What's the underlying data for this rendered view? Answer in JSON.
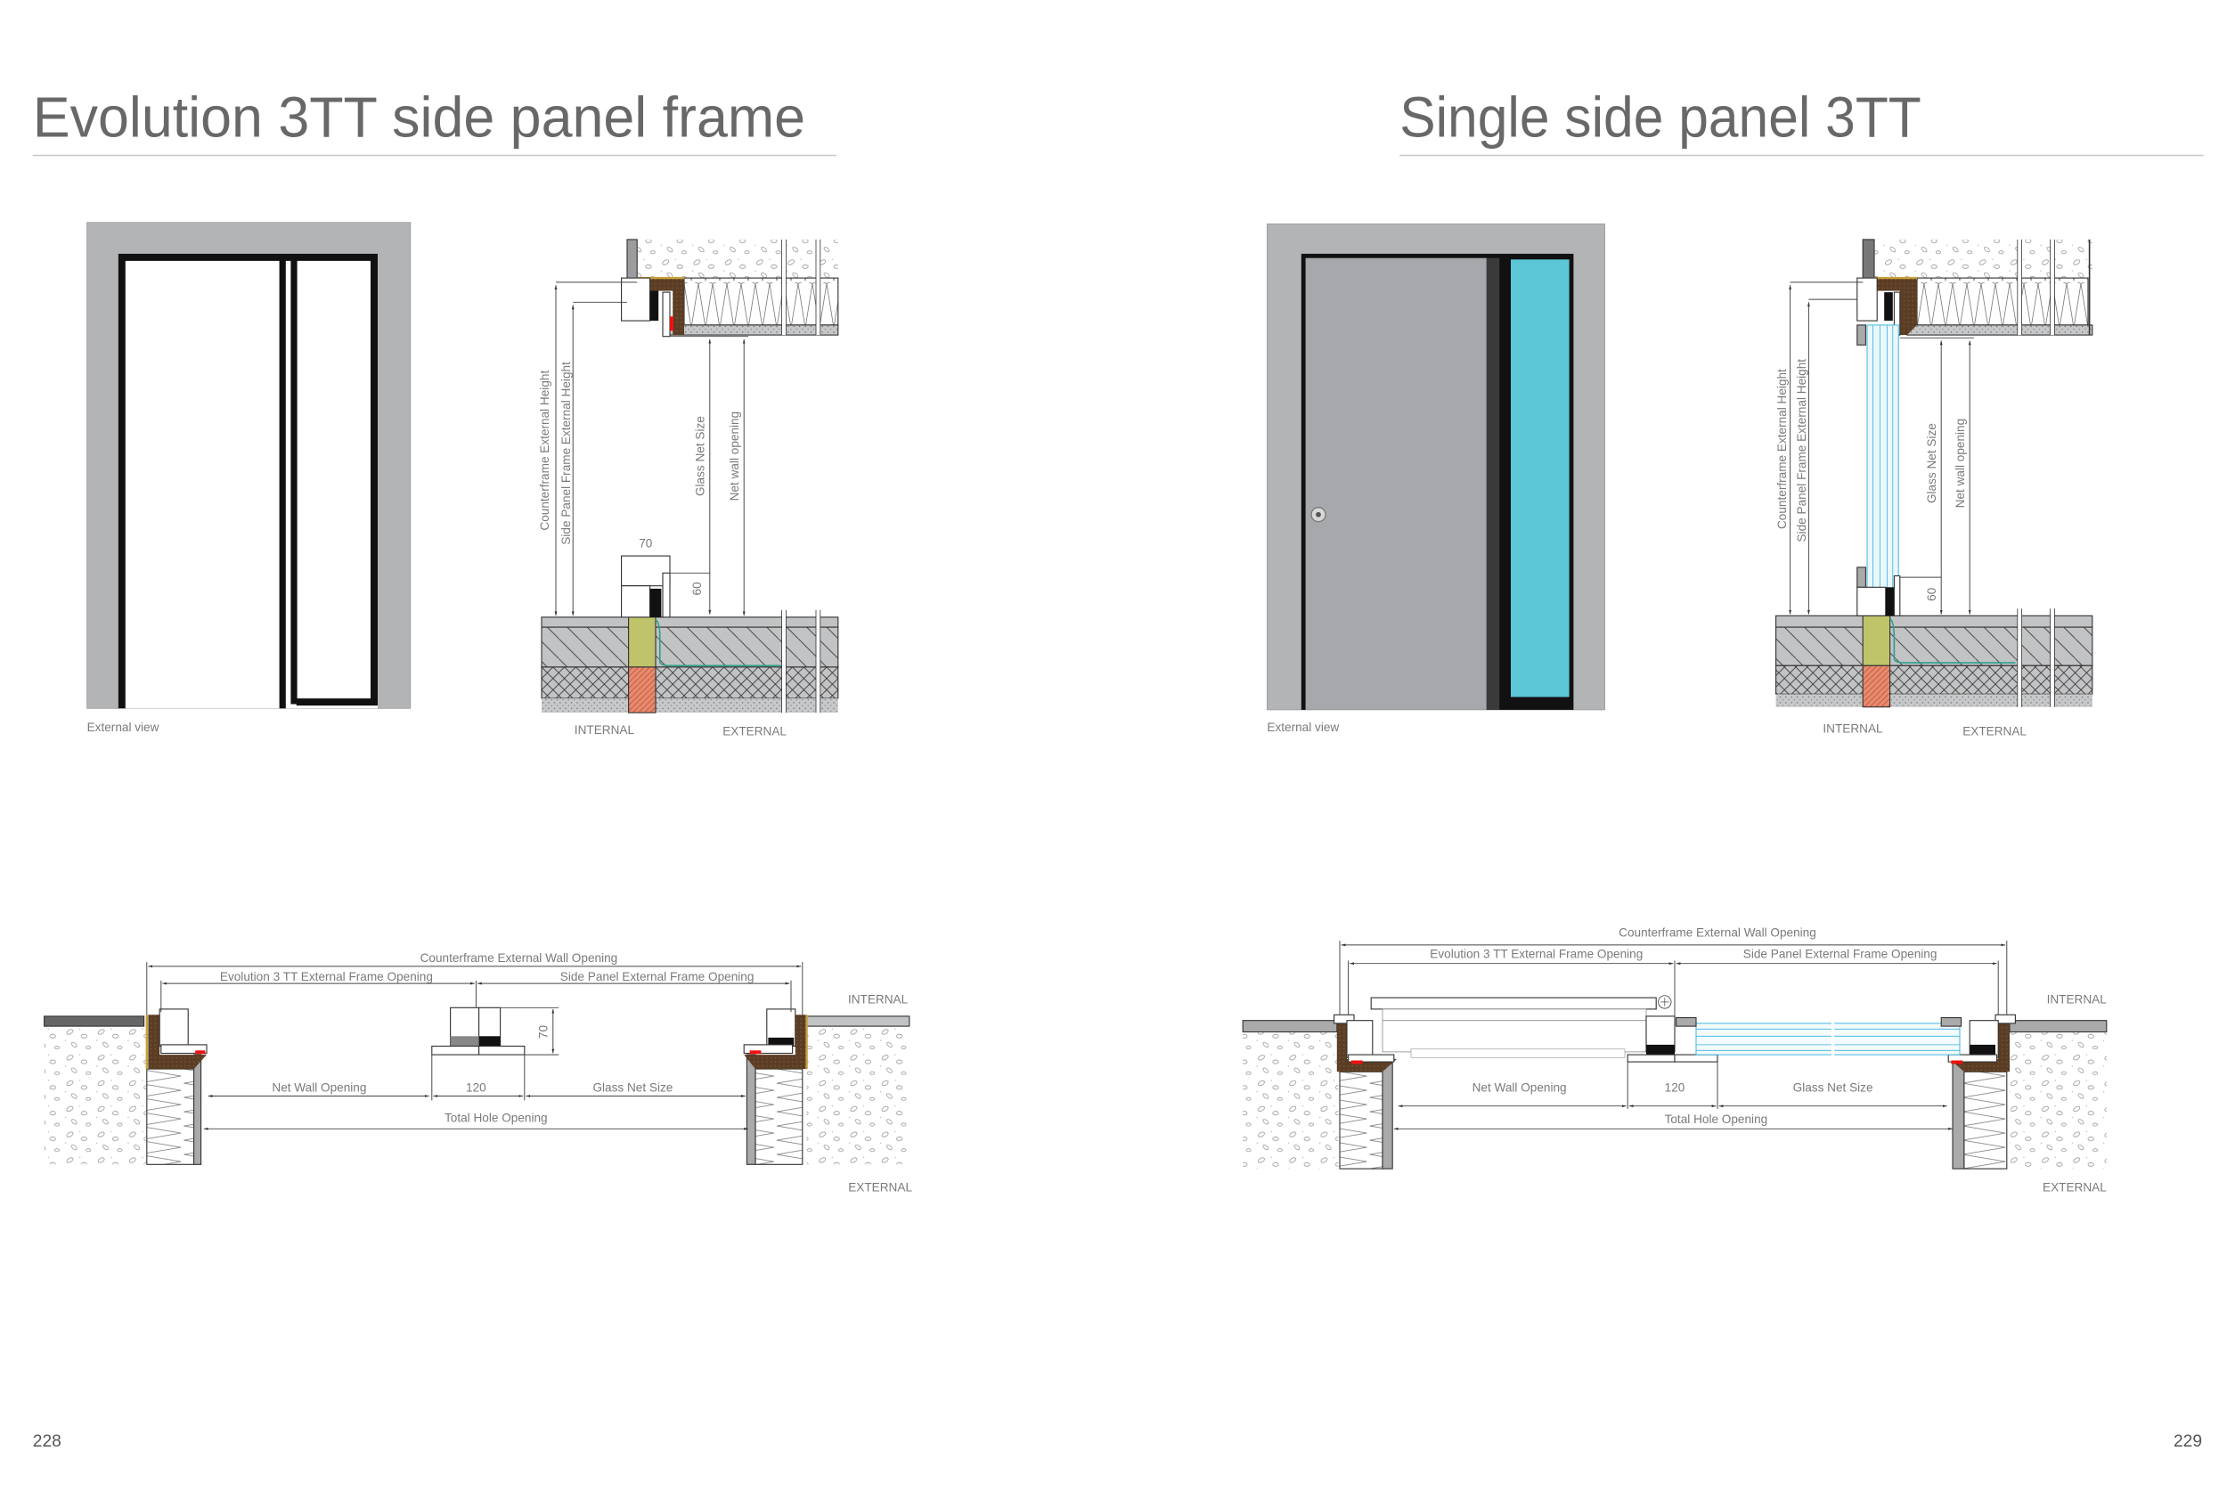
{
  "left_page": {
    "title": "Evolution 3TT side panel frame",
    "page_number": "228",
    "elevation_caption": "External view",
    "section": {
      "counterframe_height": "Counterframe External Height",
      "side_panel_height": "Side Panel Frame External Height",
      "glass_net_size": "Glass Net Size",
      "net_wall_opening": "Net wall opening",
      "dim_70": "70",
      "dim_60": "60",
      "internal": "INTERNAL",
      "external": "EXTERNAL"
    },
    "plan": {
      "counterframe_opening": "Counterframe External Wall Opening",
      "evolution_opening": "Evolution 3 TT External Frame Opening",
      "side_panel_opening": "Side Panel External Frame Opening",
      "net_wall_opening": "Net Wall Opening",
      "dim_120": "120",
      "dim_70": "70",
      "glass_net_size": "Glass Net Size",
      "total_hole_opening": "Total Hole Opening",
      "internal": "INTERNAL",
      "external": "EXTERNAL"
    }
  },
  "right_page": {
    "title": "Single side panel 3TT",
    "page_number": "229",
    "elevation_caption": "External view",
    "section": {
      "counterframe_height": "Counterframe External Height",
      "side_panel_height": "Side Panel Frame External Height",
      "glass_net_size": "Glass Net Size",
      "net_wall_opening": "Net wall opening",
      "dim_60": "60",
      "internal": "INTERNAL",
      "external": "EXTERNAL"
    },
    "plan": {
      "counterframe_opening": "Counterframe External Wall Opening",
      "evolution_opening": "Evolution 3 TT External Frame Opening",
      "side_panel_opening": "Side Panel External Frame Opening",
      "net_wall_opening": "Net Wall Opening",
      "dim_120": "120",
      "glass_net_size": "Glass Net Size",
      "total_hole_opening": "Total Hole Opening",
      "internal": "INTERNAL",
      "external": "EXTERNAL"
    }
  },
  "colors": {
    "frame_gray": "#b3b4b6",
    "door_gray": "#a6a8ab",
    "glass_cyan": "#5bc6d6",
    "counterframe_brown": "#5a3d24",
    "title_gray": "#686868"
  }
}
